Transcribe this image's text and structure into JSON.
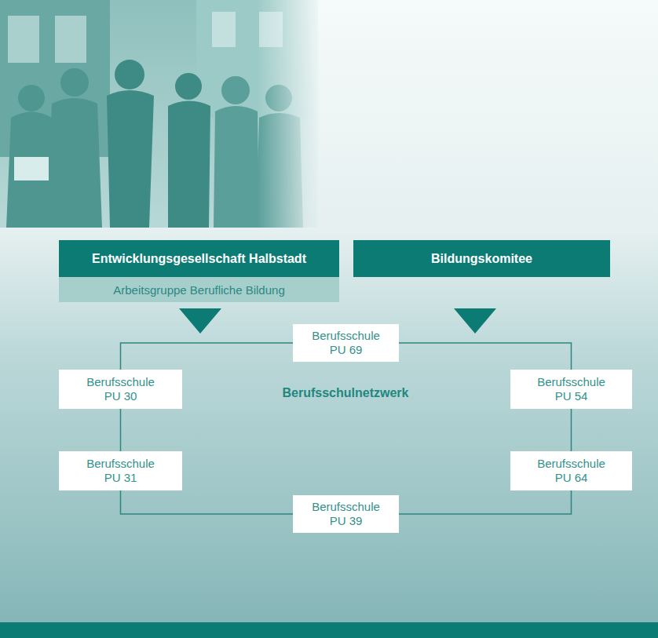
{
  "diagram": {
    "nodes": [
      {
        "text": [
          "Entwicklungsgesellschaft Halbstadt"
        ]
      },
      {
        "text": [
          "Arbeitsgruppe Berufliche Bildung"
        ]
      },
      {
        "text": [
          "Bildungskomitee"
        ]
      },
      {
        "text": [
          "Berufsschule PU 69"
        ]
      },
      {
        "text": [
          "Berufsschule PU 30"
        ]
      },
      {
        "text": [
          "Berufsschule PU 54"
        ]
      },
      {
        "text": [
          "Berufsschule PU 31"
        ]
      },
      {
        "text": [
          "Berufsschule PU 64"
        ]
      },
      {
        "text": [
          "Berufsschule PU 39"
        ]
      }
    ],
    "edges": [
      {
        "from": 3,
        "to": 4,
        "arrow": "none"
      },
      {
        "from": 3,
        "to": 5,
        "arrow": "none"
      },
      {
        "from": 4,
        "to": 6,
        "arrow": "none"
      },
      {
        "from": 5,
        "to": 7,
        "arrow": "none"
      },
      {
        "from": 6,
        "to": 8,
        "arrow": "none"
      },
      {
        "from": 7,
        "to": 8,
        "arrow": "none"
      }
    ],
    "labels": [
      "Berufsschulnetzwerk"
    ]
  }
}
